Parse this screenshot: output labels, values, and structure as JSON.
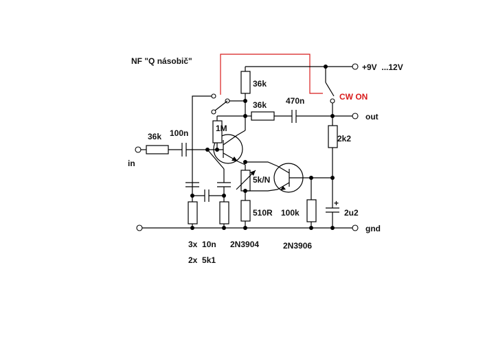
{
  "title": "NF \"Q násobič\"",
  "labels": {
    "supply": "+9V  ...12V",
    "switch_on": "CW ON",
    "output": "out",
    "input": "in",
    "ground": "gnd",
    "r_top": "36k",
    "r_mid": "36k",
    "c_out": "470n",
    "r_in": "36k",
    "c_in": "100n",
    "r_bias": "1M",
    "r_collector2": "2k2",
    "pot": "5k/N",
    "r_emitter": "510R",
    "r_base2": "100k",
    "c_supply": "2u2",
    "c_plus": "+",
    "parts_note_1": "3x  10n",
    "parts_note_2": "2x  5k1",
    "q1": "2N3904",
    "q2": "2N3906"
  },
  "colors": {
    "wire": "#000000",
    "switch_wire": "#d81b1b",
    "background": "#ffffff"
  }
}
